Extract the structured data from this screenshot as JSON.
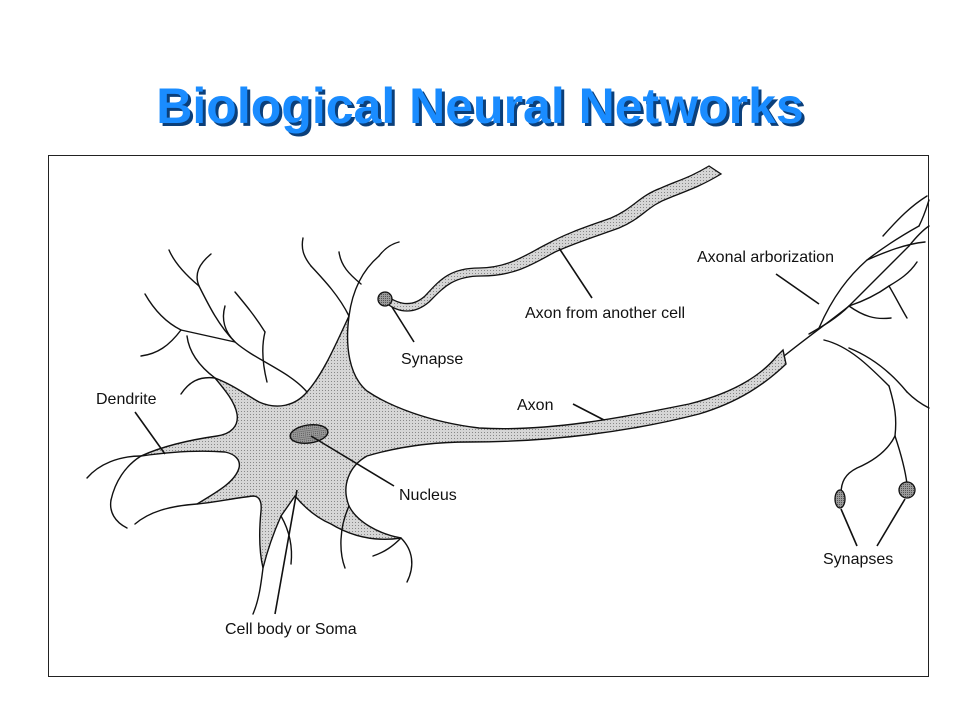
{
  "title": "Biological Neural Networks",
  "colors": {
    "title": "#1a8cff",
    "title_shadow": "#0b3f7a",
    "soma_fill": "#c9c9c9",
    "nucleus_fill": "#8f8f8f",
    "line": "#111111"
  },
  "labels": {
    "axonal_arborization": "Axonal arborization",
    "axon_from_another_cell": "Axon from another cell",
    "synapse": "Synapse",
    "dendrite": "Dendrite",
    "axon": "Axon",
    "nucleus": "Nucleus",
    "synapses": "Synapses",
    "cell_body": "Cell body or Soma"
  }
}
